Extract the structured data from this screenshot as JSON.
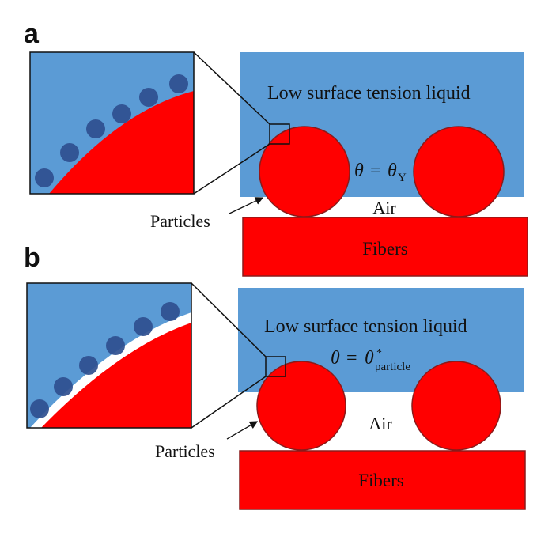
{
  "colors": {
    "liquid": "#5b9bd5",
    "particle": "#ff0000",
    "particle_stroke": "#8b1a1a",
    "nanoparticle": "#2f4f8f",
    "outline": "#111111"
  },
  "panels": [
    {
      "letter": "a",
      "liquid_label": "Low surface tension liquid",
      "angle_symbol": "θ",
      "angle_equals": "=",
      "angle_rhs_symbol": "θ",
      "angle_rhs_subscript": "Y",
      "air_label": "Air",
      "fibers_label": "Fibers",
      "particles_label": "Particles"
    },
    {
      "letter": "b",
      "liquid_label": "Low surface tension liquid",
      "angle_symbol": "θ",
      "angle_equals": "=",
      "angle_rhs_symbol": "θ",
      "angle_rhs_superscript": "*",
      "angle_rhs_subscript": "particle",
      "air_label": "Air",
      "fibers_label": "Fibers",
      "particles_label": "Particles"
    }
  ]
}
